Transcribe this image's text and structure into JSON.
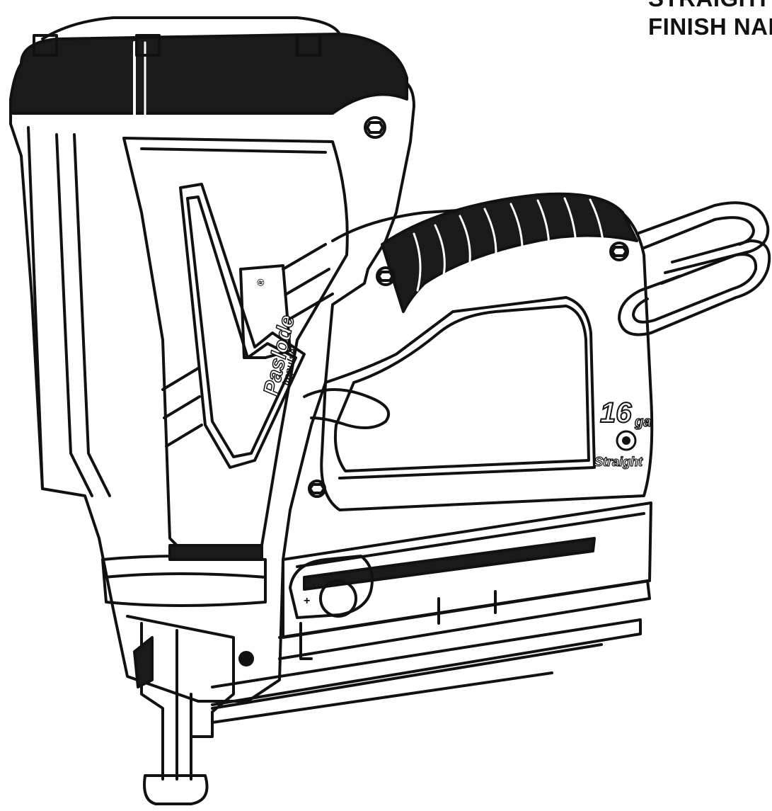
{
  "document": {
    "heading_lines": [
      "STRAIGHT",
      "FINISH NAILER"
    ],
    "illustration": {
      "subject": "cordless-finish-nailer",
      "brand_name": "Paslode",
      "brand_mark": "®",
      "product_line": "impulse",
      "gauge_number": "16",
      "gauge_unit": "ga",
      "magazine_type": "Straight",
      "depth_adjust_symbol": "+"
    },
    "colors": {
      "ink": "#111111",
      "paper": "#ffffff",
      "grip": "#1a1a1a"
    }
  }
}
